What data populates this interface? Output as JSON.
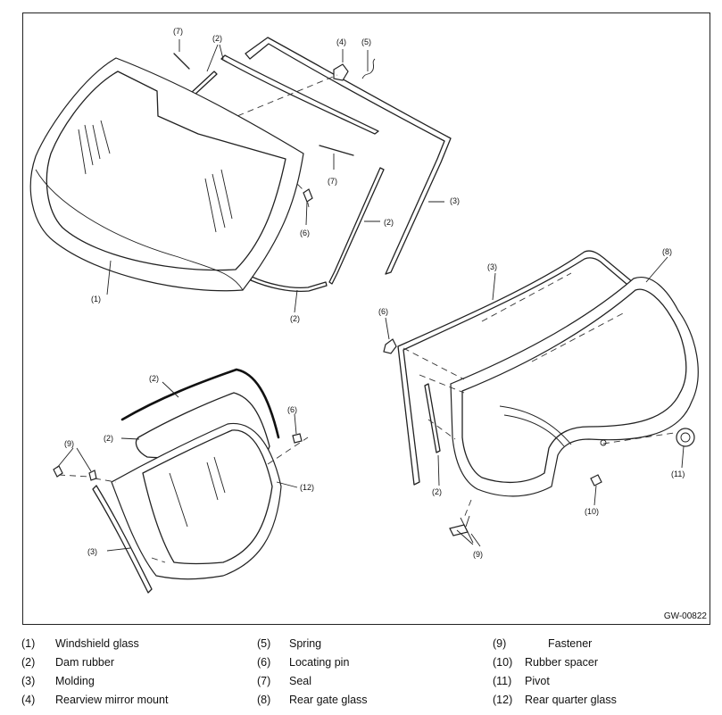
{
  "diagram_code": "GW-00822",
  "callouts": [
    "(1)",
    "(2)",
    "(3)",
    "(4)",
    "(5)",
    "(6)",
    "(7)",
    "(8)",
    "(9)",
    "(10)",
    "(11)",
    "(12)"
  ],
  "legend": [
    {
      "num": "(1)",
      "label": "Windshield glass"
    },
    {
      "num": "(2)",
      "label": "Dam rubber"
    },
    {
      "num": "(3)",
      "label": "Molding"
    },
    {
      "num": "(4)",
      "label": "Rearview mirror mount"
    },
    {
      "num": "(5)",
      "label": "Spring"
    },
    {
      "num": "(6)",
      "label": "Locating pin"
    },
    {
      "num": "(7)",
      "label": "Seal"
    },
    {
      "num": "(8)",
      "label": "Rear gate glass"
    },
    {
      "num": "(9)",
      "label": "Fastener"
    },
    {
      "num": "(10)",
      "label": "Rubber spacer"
    },
    {
      "num": "(11)",
      "label": "Pivot"
    },
    {
      "num": "(12)",
      "label": "Rear quarter glass"
    }
  ]
}
